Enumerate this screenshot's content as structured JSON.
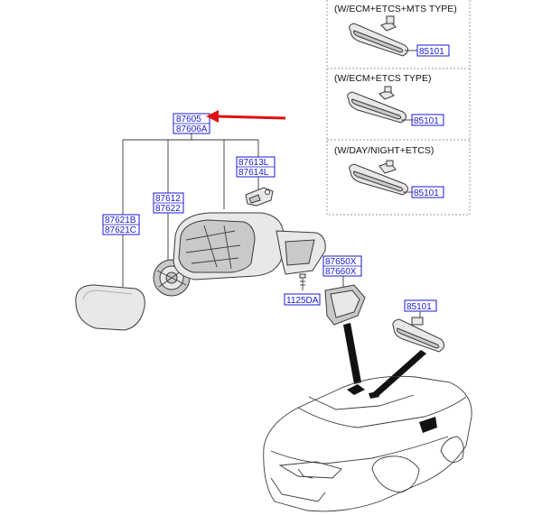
{
  "variants": [
    {
      "title": "(W/ECM+ETCS+MTS TYPE)",
      "part_no": "85101"
    },
    {
      "title": "(W/ECM+ETCS TYPE)",
      "part_no": "85101"
    },
    {
      "title": "(W/DAY/NIGHT+ETCS)",
      "part_no": "85101"
    }
  ],
  "labels": {
    "assembly_top": "87605",
    "assembly_bottom": "87606A",
    "cover_l": "87613L",
    "cover_r": "87614L",
    "actuator_a": "87612",
    "actuator_b": "87622",
    "glass_a": "87621B",
    "glass_b": "87621C",
    "housing_a": "87650X",
    "housing_b": "87660X",
    "screw": "1125DA",
    "inside_mirror": "85101"
  },
  "colors": {
    "label": "#1a1ad6",
    "pointer_arrow": "#e01010"
  }
}
